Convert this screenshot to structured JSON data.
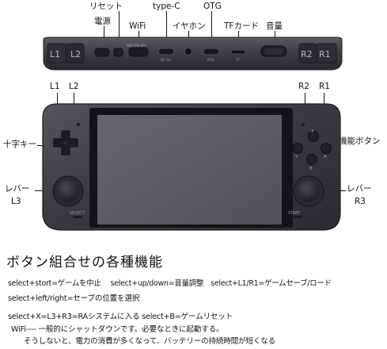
{
  "top_labels": {
    "power": "電源",
    "reset": "リセット",
    "wifi": "WiFi",
    "typec": "type-C",
    "earphone": "イヤホン",
    "otg": "OTG",
    "tfcard": "TFカード",
    "volume": "音量"
  },
  "device_top_print": {
    "l1": "L1",
    "l2": "L2",
    "r2": "R2",
    "r1": "R1",
    "onoff": "WiFi ON OFF",
    "dc": "DC 5V",
    "otg": "OTG",
    "tf": "TF"
  },
  "front_labels": {
    "l1": "L1",
    "l2": "L2",
    "r2": "R2",
    "r1": "R1",
    "dpad": "十字キー",
    "buttons": "機能ボタン",
    "lever_left": "レバー",
    "l3": "L3",
    "lever_right": "レバー",
    "r3": "R3"
  },
  "face_buttons": {
    "x": "X",
    "y": "Y",
    "a": "A",
    "b": "B"
  },
  "device_front_print": {
    "select": "SELECT",
    "start": "START"
  },
  "combo_section": {
    "title": "ボタン組合せの各種機能",
    "line1": "select+stort=ゲームを中止　 select+up/down=音量調整　select+L1/R1=ゲームセーブ/ロード",
    "line2": "select+left/right=セーブの位置を選択",
    "line3": "select+X=L3+R3=RAシステムに入る select+B=ゲームリセット",
    "line4": "WiFi---- 一般的にシャットダウンです。必要なときに起動する。",
    "line5": "そうしないと、電力の消費が多くなって、バッテリーの持続時間が短くなる"
  },
  "colors": {
    "device_body": "#3c3d42",
    "device_dark": "#232428",
    "screen": "#5c5d60",
    "bezel": "#151518"
  }
}
